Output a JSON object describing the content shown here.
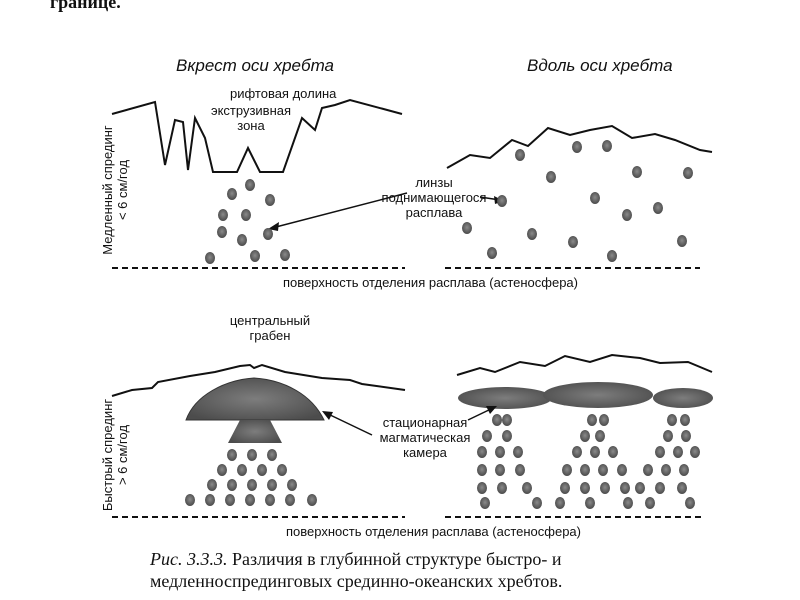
{
  "top_fragment": "границе.",
  "titles": {
    "across": "Вкрест оси хребта",
    "along": "Вдоль оси хребта"
  },
  "labels": {
    "rift_valley": "рифтовая долина",
    "extrusive_zone_1": "экструзивная",
    "extrusive_zone_2": "зона",
    "lenses_1": "линзы",
    "lenses_2": "поднимающегося",
    "lenses_3": "расплава",
    "melt_surface_top": "поверхность отделения расплава (астеносфера)",
    "central_graben_1": "центральный",
    "central_graben_2": "грабен",
    "magma_chamber_1": "стационарная",
    "magma_chamber_2": "магматическая",
    "magma_chamber_3": "камера",
    "melt_surface_bottom": "поверхность отделения расплава (астеносфера)"
  },
  "side_labels": {
    "slow_1": "Медленный спрединг",
    "slow_2": "< 6 см/год",
    "fast_1": "Быстрый спрединг",
    "fast_2": "> 6 см/год"
  },
  "caption": {
    "number": "Рис. 3.3.3.",
    "text": " Различия в глубинной структуре быстро- и медленноспрединговых срединно-океанских хребтов."
  }
}
